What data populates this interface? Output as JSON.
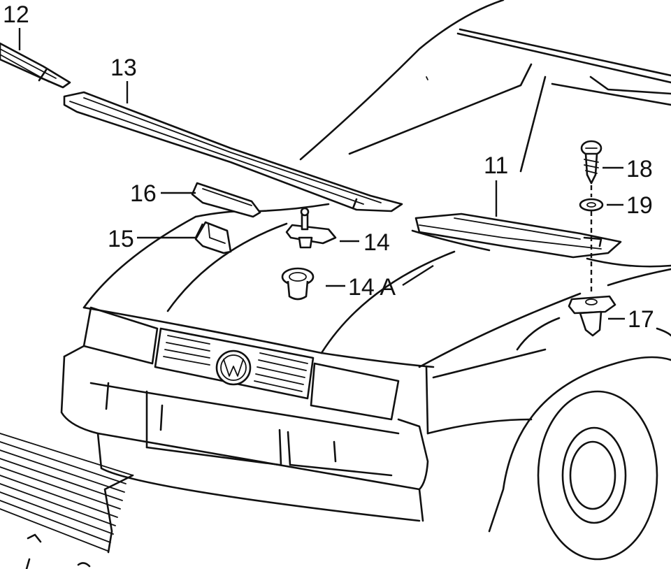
{
  "diagram": {
    "labels": {
      "p11": "11",
      "p12": "12",
      "p13": "13",
      "p14": "14",
      "p14a": "14 A",
      "p15": "15",
      "p16": "16",
      "p17": "17",
      "p18": "18",
      "p19": "19"
    },
    "icons": {
      "emblem": "vw-logo-icon"
    }
  }
}
